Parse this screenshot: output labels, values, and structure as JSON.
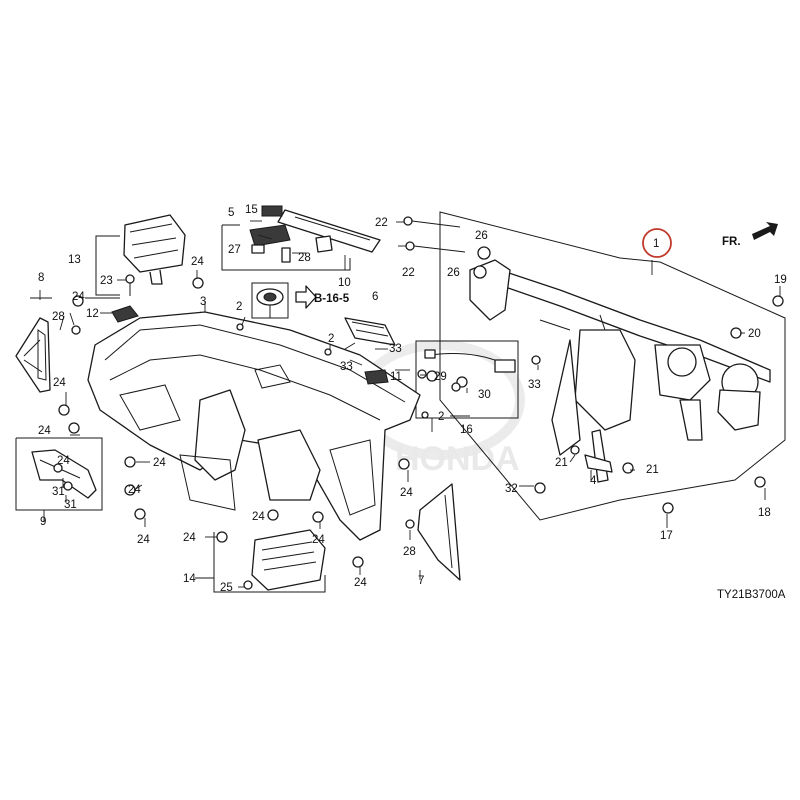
{
  "diagram": {
    "front_arrow": "FR.",
    "reference": "B-16-5",
    "figure_code": "TY21B3700A",
    "highlight_color": "#c0392b",
    "callouts": [
      "1",
      "2",
      "2",
      "2",
      "3",
      "4",
      "5",
      "6",
      "7",
      "8",
      "9",
      "10",
      "11",
      "12",
      "13",
      "14",
      "15",
      "16",
      "17",
      "18",
      "19",
      "20",
      "21",
      "21",
      "22",
      "22",
      "23",
      "24",
      "24",
      "24",
      "24",
      "24",
      "24",
      "24",
      "24",
      "24",
      "24",
      "24",
      "24",
      "24",
      "25",
      "26",
      "26",
      "27",
      "28",
      "28",
      "28",
      "29",
      "30",
      "31",
      "31",
      "32",
      "33",
      "33",
      "33"
    ]
  }
}
